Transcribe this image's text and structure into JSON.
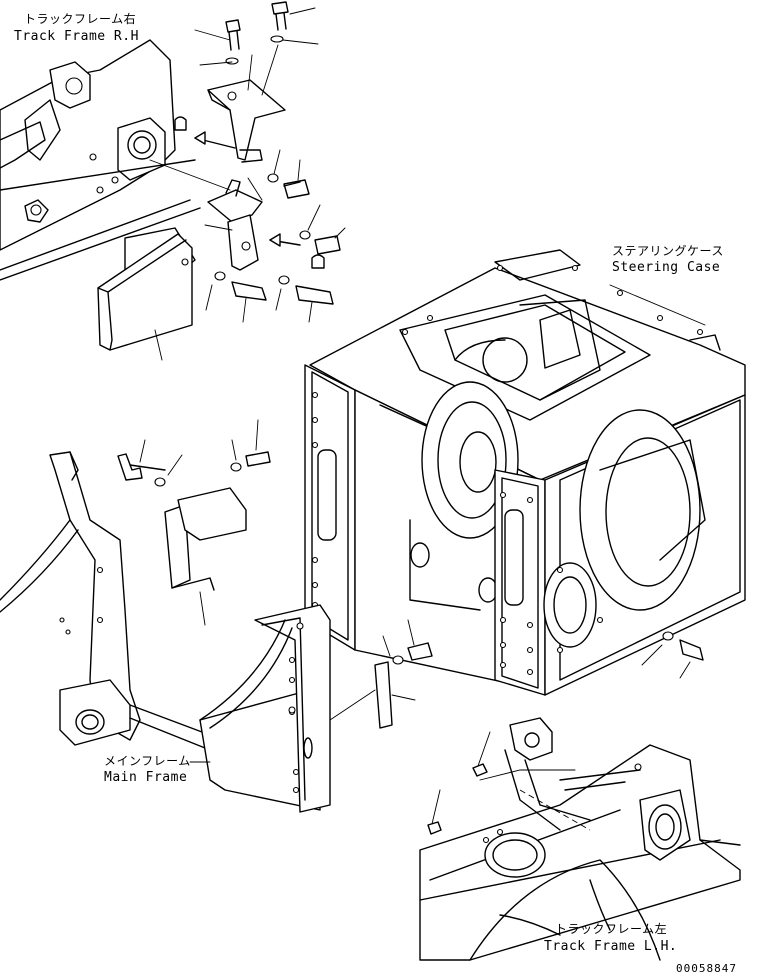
{
  "labels": {
    "track_frame_rh_jp": "トラックフレーム右",
    "track_frame_rh_en": "Track Frame R.H",
    "steering_case_jp": "ステアリングケース",
    "steering_case_en": "Steering Case",
    "main_frame_jp": "メインフレーム",
    "main_frame_en": "Main Frame",
    "track_frame_lh_jp": "トラックフレーム左",
    "track_frame_lh_en": "Track Frame L.H."
  },
  "drawing_number": "00058847"
}
